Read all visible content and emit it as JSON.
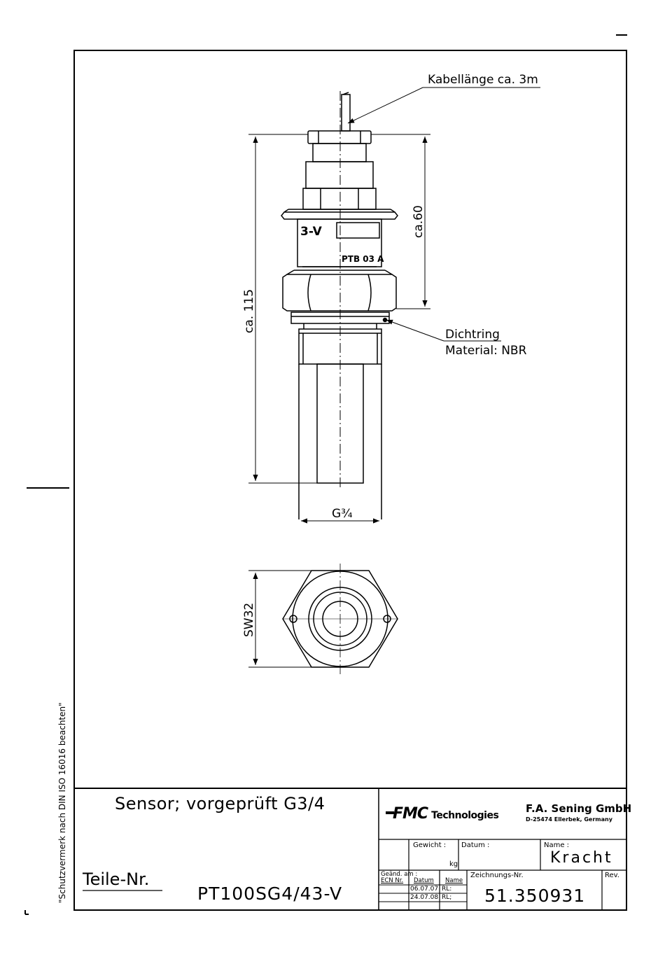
{
  "side_note": "\"Schutzvermerk nach DIN ISO 16016 beachten\"",
  "callouts": {
    "cable": "Kabellänge ca. 3m",
    "seal_line1": "Dichtring",
    "seal_line2": "Material: NBR"
  },
  "dimensions": {
    "total_height": "ca. 115",
    "head_height": "ca.60",
    "thread": "G¾",
    "wrench_size": "SW32"
  },
  "part_markings": {
    "type": "3-V",
    "approval": "PTB 03 A"
  },
  "title_block": {
    "title": "Sensor; vorgeprüft G3/4",
    "part_no_label": "Teile-Nr.",
    "part_no": "PT100SG4/43-V",
    "logo_text": "FMC",
    "logo_suffix": "Technologies",
    "company": "F.A. Sening GmbH",
    "company_address": "D-25474 Ellerbek, Germany",
    "weight_label": "Gewicht :",
    "weight_unit": "kg",
    "date_label": "Datum :",
    "name_label": "Name :",
    "name_value": "Kracht",
    "changed_label": "Geänd. am :",
    "ecn_label": "ECN Nr.",
    "rev_date_label": "Datum",
    "rev_name_label": "Name",
    "rev_dates": [
      "06.07.07",
      "24.07.08"
    ],
    "rev_names": [
      "RL:",
      "RL;"
    ],
    "drawing_no_label": "Zeichnungs-Nr.",
    "drawing_no": "51.350931",
    "rev_label": "Rev."
  }
}
